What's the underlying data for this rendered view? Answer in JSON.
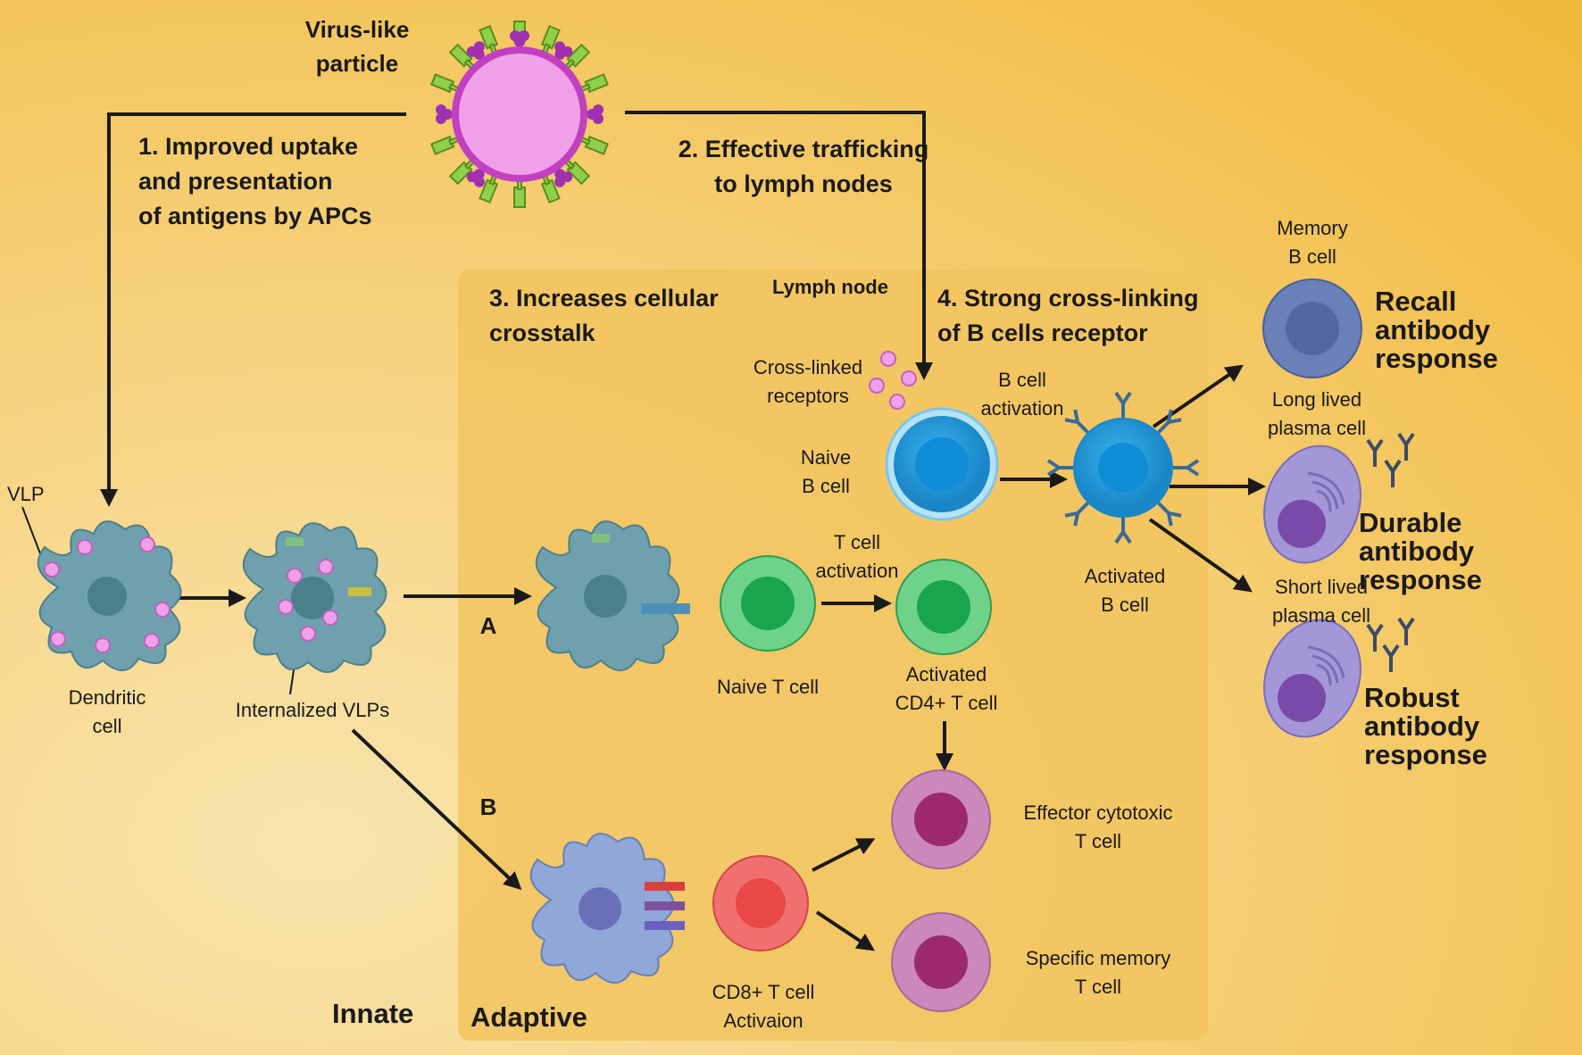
{
  "vlp_title": "Virus-like\nparticle",
  "step1": "1. Improved uptake\nand presentation\nof antigens by APCs",
  "step2": "2. Effective trafficking\nto lymph nodes",
  "step3": "3. Increases cellular\ncrosstalk",
  "step4": "4. Strong cross-linking\nof B cells receptor",
  "lymph_node": "Lymph node",
  "vlp_label": "VLP",
  "dendritic_cell": "Dendritic\ncell",
  "internalized_vlps": "Internalized VLPs",
  "pathway_a": "A",
  "pathway_b": "B",
  "naive_t_cell": "Naive T cell",
  "t_cell_activation": "T cell\nactivation",
  "activated_cd4": "Activated\nCD4+ T cell",
  "naive_b_cell": "Naive\nB cell",
  "cross_linked_receptors": "Cross-linked\nreceptors",
  "b_cell_activation": "B cell\nactivation",
  "activated_b_cell": "Activated\nB cell",
  "memory_b_cell": "Memory\nB cell",
  "recall_response": "Recall antibody\nresponse",
  "long_lived_plasma": "Long lived\nplasma cell",
  "durable_response": "Durable antibody\nresponse",
  "short_lived_plasma": "Short lived\nplasma cell",
  "robust_response": "Robust antibody\nresponse",
  "effector_t_cell": "Effector cytotoxic\nT cell",
  "memory_t_cell": "Specific memory\nT cell",
  "cd8_activation": "CD8+ T cell\nActivaion",
  "innate": "Innate",
  "adaptive": "Adaptive",
  "colors": {
    "background_light": "#f9e4ad",
    "background_dark": "#f1b93a",
    "lymph_node_box": "#f2c45f",
    "vlp_core": "#f0a0e8",
    "vlp_shell": "#c040c0",
    "spike_green": "#8ed04a",
    "dendritic_cell": "#6fa0ad",
    "t_cell_green": "#4cc46c",
    "b_cell_blue": "#28a6e0",
    "memory_b_cell": "#6a80b8",
    "plasma_cell": "#a497d8",
    "cd8_t_cell": "#f05a5a",
    "effector_cell": "#cc88bb",
    "arrow": "#1a1a1a"
  }
}
